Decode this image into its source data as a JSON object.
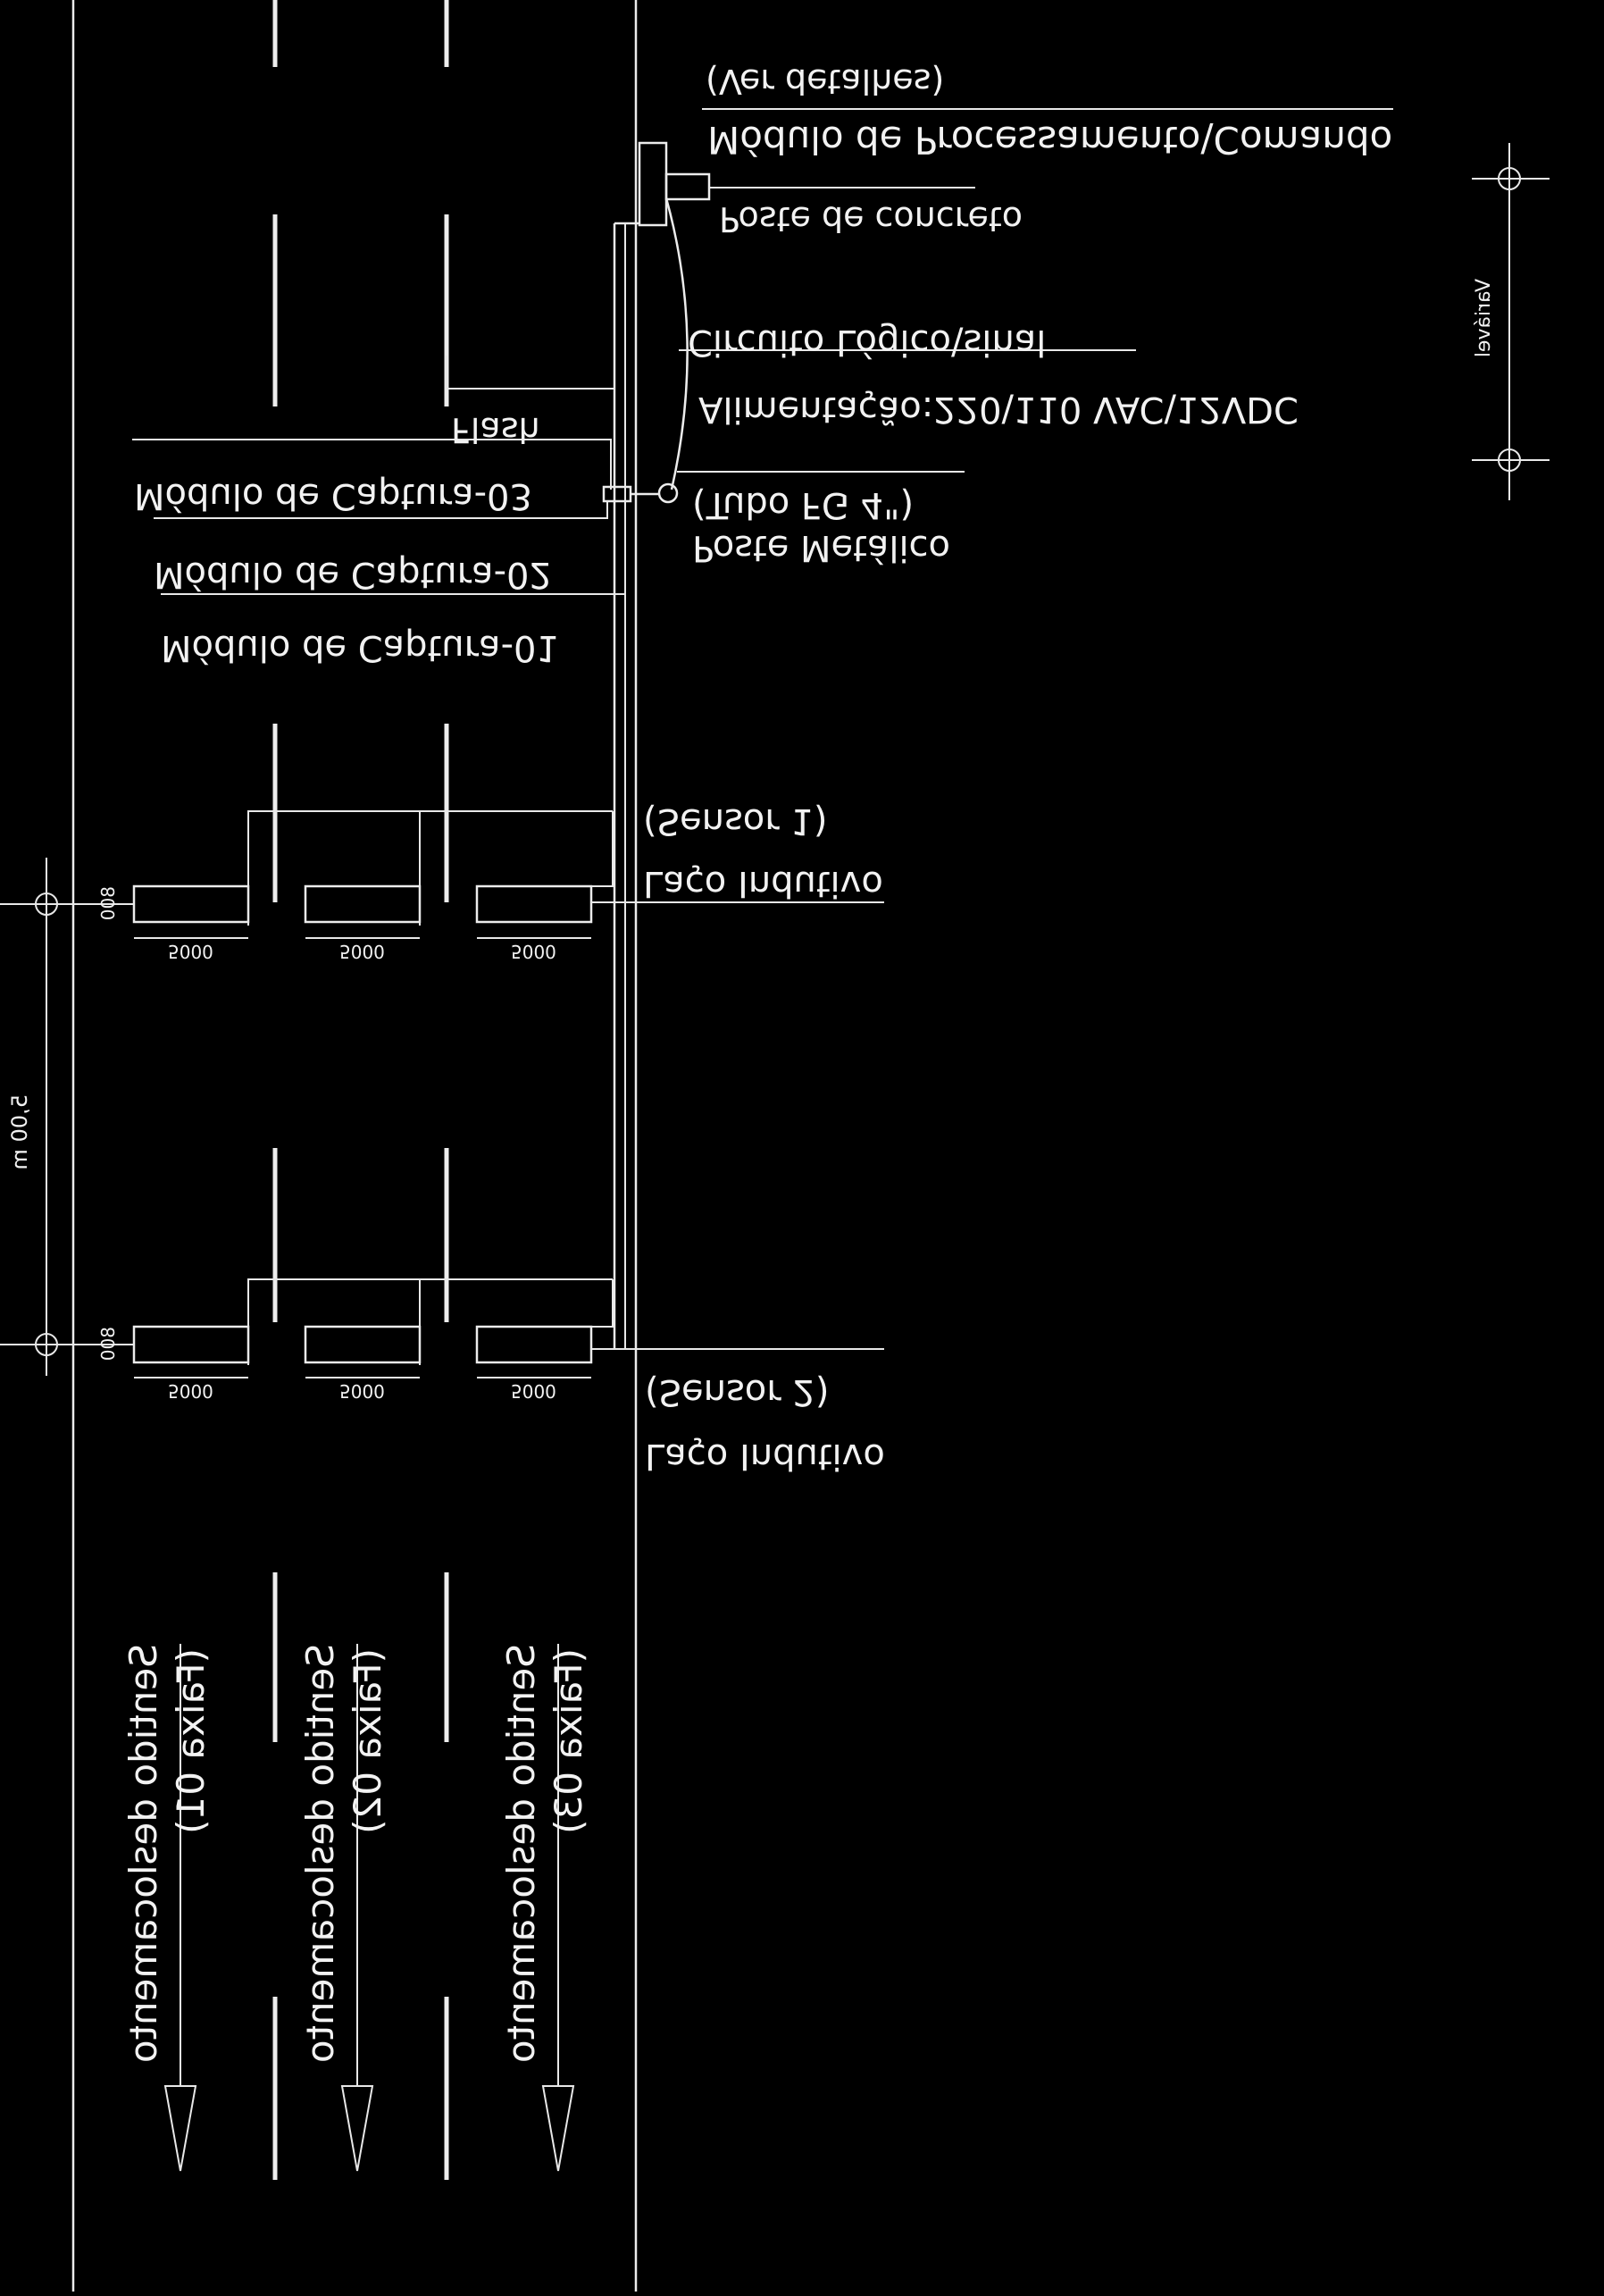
{
  "labels": {
    "ver_detalhes": "(Ver detalhes)",
    "modulo_processamento": "Módulo de Processamento\\Comando",
    "poste_concreto": "Poste de concreto",
    "circuito_logico": "Circuito Lógico\\sinal",
    "alimentacao": "Alimentação:220\\110 VAC\\12VDC",
    "flash": "Flash",
    "captura_03": "Módulo de Captura-03",
    "captura_02": "Módulo de Captura-02",
    "captura_01": "Módulo de Captura-01",
    "tubo": "(Tubo FG 4\")",
    "poste_metalico": "Poste Metálico",
    "sensor_1": "(Sensor 1)",
    "laco_1": "Laço Indutivo",
    "sensor_2": "(Sensor 2)",
    "laco_2": "Laço Indutivo",
    "variavel": "Variável",
    "distance_5m": "5,00 m",
    "loop_width": "800",
    "loop_len_1": "5000",
    "loop_len_2": "5000",
    "loop_len_3": "5000",
    "loop_len_4": "5000",
    "loop_len_5": "5000",
    "loop_len_6": "5000",
    "loop_width_2": "800"
  },
  "lanes": [
    {
      "sentido": "Sentido deslocamento",
      "faixa": "(Faixa 01)"
    },
    {
      "sentido": "Sentido deslocamento",
      "faixa": "(Faixa 02)"
    },
    {
      "sentido": "Sentido deslocamento",
      "faixa": "(Faixa 03)"
    }
  ]
}
